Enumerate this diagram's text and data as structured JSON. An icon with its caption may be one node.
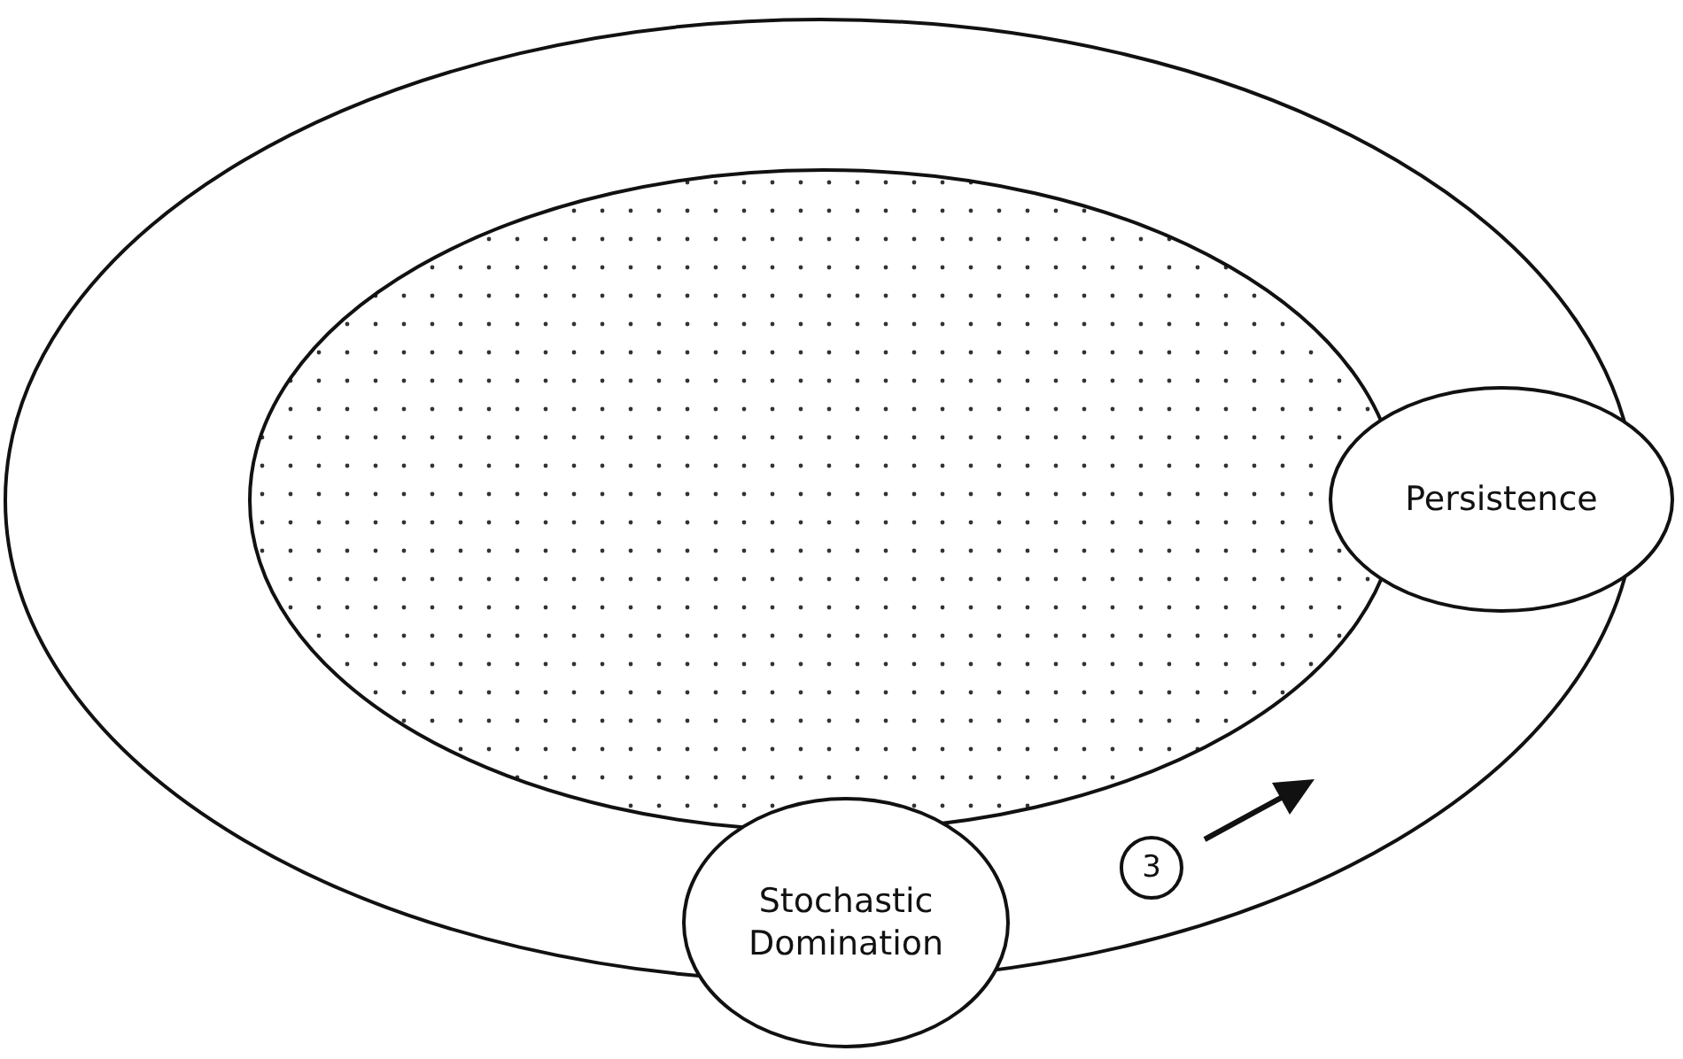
{
  "diagram": {
    "nodes": [
      {
        "text": [],
        "shape": "ellipse"
      },
      {
        "text": [],
        "shape": "ellipse",
        "in": 0
      },
      {
        "text": [
          "Persistence"
        ]
      },
      {
        "text": [
          "Stochastic Domination"
        ]
      },
      {
        "text": [
          "3"
        ],
        "in": 0
      }
    ]
  }
}
